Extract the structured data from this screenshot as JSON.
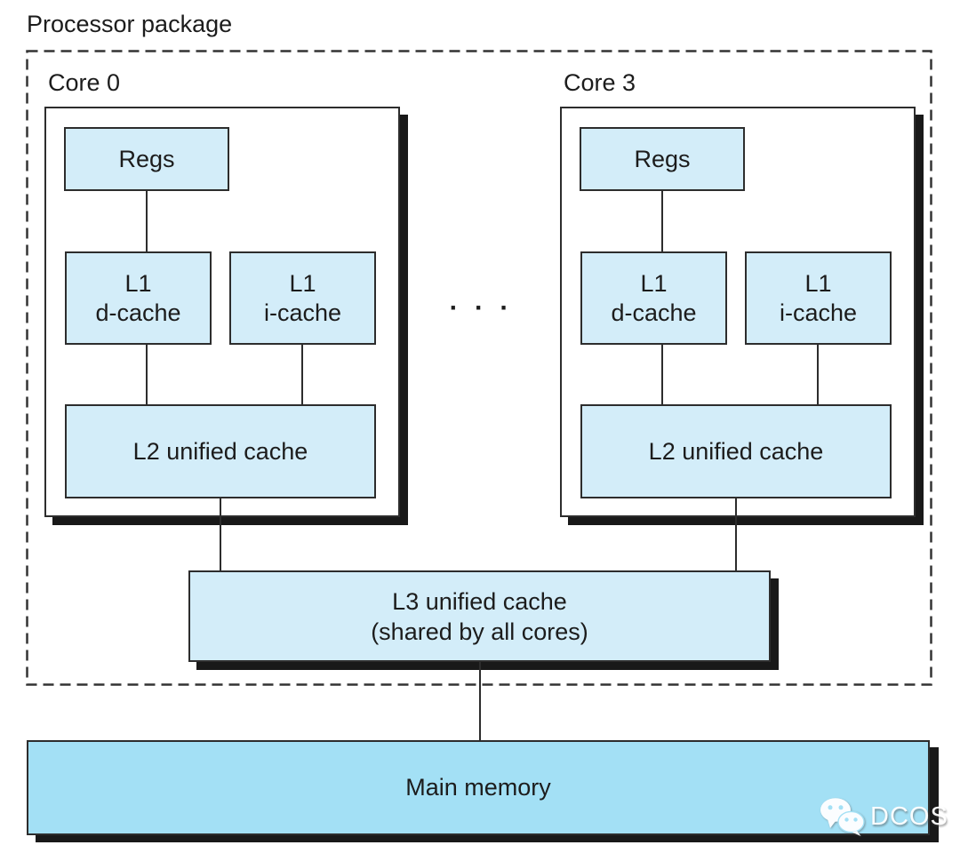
{
  "diagram": {
    "title": "Processor package",
    "cores": [
      {
        "label": "Core 0",
        "regs": "Regs",
        "l1d_line1": "L1",
        "l1d_line2": "d-cache",
        "l1i_line1": "L1",
        "l1i_line2": "i-cache",
        "l2": "L2 unified cache"
      },
      {
        "label": "Core 3",
        "regs": "Regs",
        "l1d_line1": "L1",
        "l1d_line2": "d-cache",
        "l1i_line1": "L1",
        "l1i_line2": "i-cache",
        "l2": "L2 unified cache"
      }
    ],
    "ellipsis": "· · ·",
    "l3_line1": "L3 unified cache",
    "l3_line2": "(shared by all cores)",
    "main_memory": "Main memory",
    "watermark": {
      "label": "DCOS",
      "icon": "wechat-icon"
    },
    "colors": {
      "cache_fill": "#d3edf9",
      "memory_fill": "#a3e0f5",
      "border": "#2d2d2d",
      "shadow": "#191919",
      "text": "#1c1c1c",
      "watermark_text": "#ffffff",
      "background": "#ffffff"
    }
  }
}
